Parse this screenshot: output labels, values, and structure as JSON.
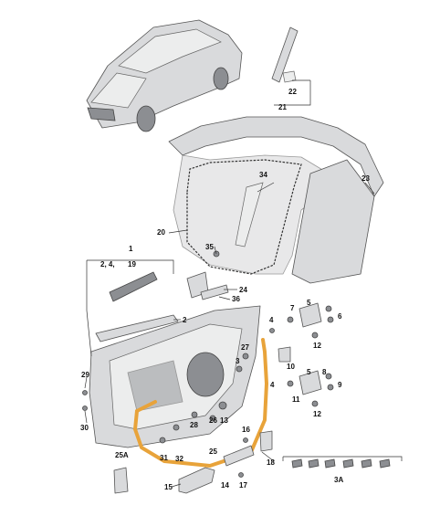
{
  "diagram": {
    "callouts": [
      "1",
      "2, 4,",
      "19",
      "2",
      "22",
      "21",
      "23",
      "34",
      "20",
      "35",
      "24",
      "36",
      "7",
      "5",
      "6",
      "4",
      "12",
      "27",
      "3",
      "10",
      "5",
      "8",
      "9",
      "4",
      "11",
      "12",
      "29",
      "30",
      "26",
      "28",
      "31",
      "32",
      "13",
      "16",
      "25",
      "18",
      "25A",
      "15",
      "14",
      "17",
      "3A"
    ],
    "highlighted_part": "25",
    "colors": {
      "highlight": "#e8a33a",
      "part_fill": "#d9dadc",
      "line": "#333333"
    }
  }
}
